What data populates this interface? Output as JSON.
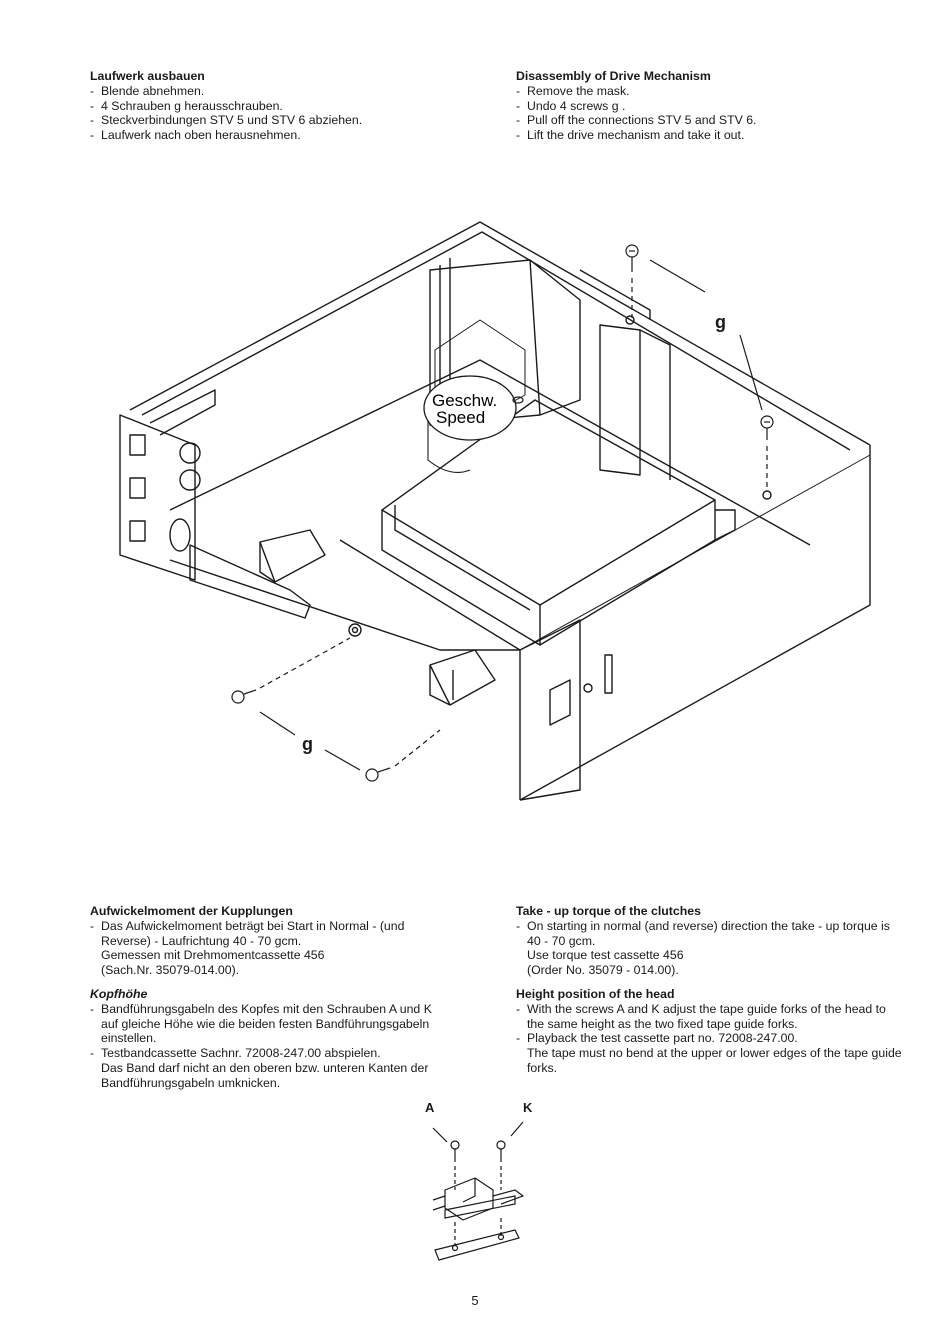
{
  "left_top": {
    "title": "Laufwerk ausbauen",
    "items": [
      "Blende abnehmen.",
      "4 Schrauben g herausschrauben.",
      "Steckverbindungen STV 5 und STV 6 abziehen.",
      "Laufwerk nach oben herausnehmen."
    ]
  },
  "right_top": {
    "title": "Disassembly of Drive Mechanism",
    "items": [
      "Remove the mask.",
      "Undo 4 screws g .",
      "Pull off the connections STV 5 and STV 6.",
      "Lift the drive mechanism and take it out."
    ]
  },
  "figure1": {
    "label_g": "g",
    "bubble_line1": "Geschw.",
    "bubble_line2": "Speed"
  },
  "left_bottom": {
    "clutch_title": "Aufwickelmoment der Kupplungen",
    "clutch_lines": [
      "Das Aufwickelmoment beträgt bei Start in Normal - (und",
      "Reverse) - Laufrichtung 40 - 70 gcm.",
      "Gemessen mit Drehmomentcassette 456",
      "(Sach.Nr. 35079-014.00)."
    ],
    "head_title": "Kopfhöhe",
    "head_item1": [
      "Bandführungsgabeln des Kopfes mit den Schrauben A und K",
      "auf gleiche Höhe wie die beiden festen Bandführungsgabeln",
      "einstellen."
    ],
    "head_item2": [
      "Testbandcassette Sachnr. 72008-247.00 abspielen.",
      "Das Band darf nicht an den oberen bzw. unteren Kanten der",
      "Bandführungsgabeln umknicken."
    ]
  },
  "right_bottom": {
    "clutch_title": "Take - up torque of the clutches",
    "clutch_lines": [
      "On starting in normal (and reverse) direction the take - up torque is",
      "40 - 70 gcm.",
      "Use torque test cassette 456",
      "(Order No. 35079 - 014.00)."
    ],
    "head_title": "Height position of the head",
    "head_item1": [
      "With the screws A and K adjust the tape guide forks of the head to",
      "the same height as the two fixed tape guide forks."
    ],
    "head_item2": [
      "Playback the test cassette part no. 72008-247.00.",
      "The tape must no bend at the upper or lower edges of the tape guide",
      "forks."
    ]
  },
  "figure2": {
    "label_a": "A",
    "label_k": "K"
  },
  "page_number": "5"
}
